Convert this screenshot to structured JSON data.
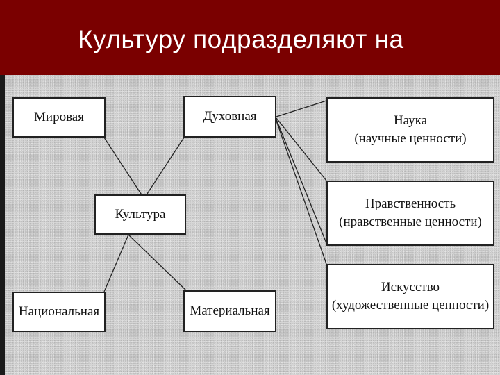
{
  "slide": {
    "title": "Культуру подразделяют на"
  },
  "diagram": {
    "center": "Культура",
    "world": "Мировая",
    "national": "Национальная",
    "spiritual": "Духовная",
    "material": "Материальная",
    "science": {
      "name": "Наука",
      "values": "(научные ценности)"
    },
    "morality": {
      "name": "Нравственность",
      "values": "(нравственные ценности)"
    },
    "art": {
      "name": "Искусство",
      "values": "(художественные ценности)"
    }
  },
  "colors": {
    "title_background": "#7a0000",
    "title_text": "#ffffff",
    "scan_background": "#d6d6d6"
  }
}
